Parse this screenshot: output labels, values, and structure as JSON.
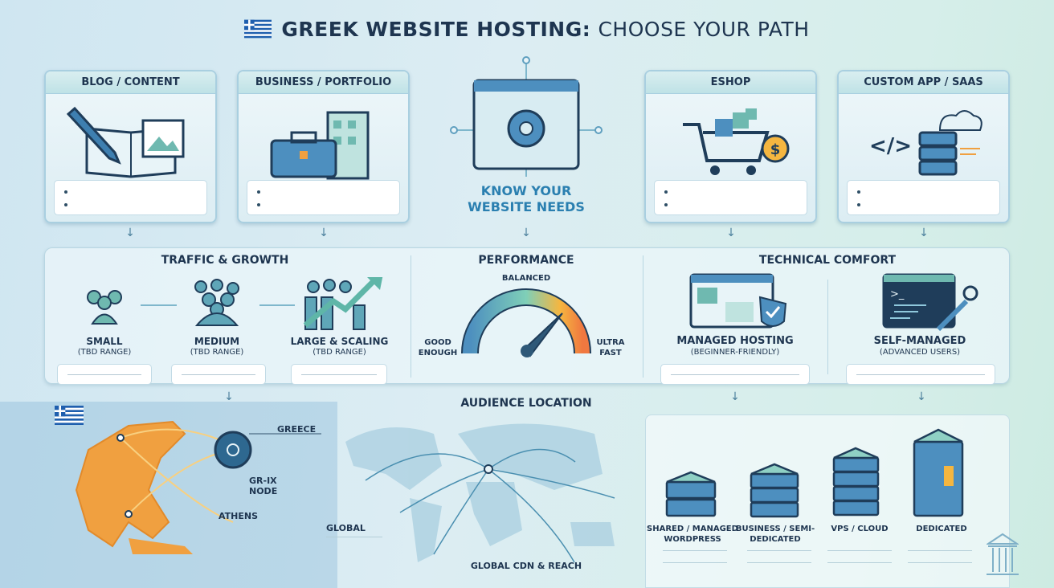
{
  "title": {
    "bold": "GREEK WEBSITE HOSTING:",
    "light": "CHOOSE YOUR PATH",
    "flag_icon": "greek-flag-icon"
  },
  "site_types": [
    {
      "label": "BLOG / CONTENT",
      "icon": "book-pen-icon"
    },
    {
      "label": "BUSINESS / PORTFOLIO",
      "icon": "briefcase-building-icon"
    },
    {
      "label": "ESHOP",
      "icon": "shopping-cart-icon"
    },
    {
      "label": "CUSTOM APP / SAAS",
      "icon": "code-server-cloud-icon"
    }
  ],
  "center": {
    "label": "KNOW YOUR WEBSITE NEEDS",
    "icon": "browser-gear-icon"
  },
  "traffic": {
    "title": "TRAFFIC & GROWTH",
    "levels": [
      {
        "label": "SMALL",
        "sub": "(TBD RANGE)"
      },
      {
        "label": "MEDIUM",
        "sub": "(TBD RANGE)"
      },
      {
        "label": "LARGE & SCALING",
        "sub": "(TBD RANGE)"
      }
    ]
  },
  "performance": {
    "title": "PERFORMANCE",
    "low": "GOOD ENOUGH",
    "mid": "BALANCED",
    "high": "ULTRA FAST"
  },
  "technical": {
    "title": "TECHNICAL COMFORT",
    "options": [
      {
        "label": "MANAGED HOSTING",
        "sub": "(BEGINNER-FRIENDLY)"
      },
      {
        "label": "SELF-MANAGED",
        "sub": "(ADVANCED USERS)"
      }
    ]
  },
  "audience": {
    "title": "AUDIENCE LOCATION",
    "greece": "GREECE",
    "node": "GR-IX NODE",
    "athens": "ATHENS",
    "global": "GLOBAL",
    "cdn": "GLOBAL CDN & REACH"
  },
  "hosting_types": [
    {
      "label": "SHARED / MANAGED WORDPRESS"
    },
    {
      "label": "BUSINESS / SEMI-DEDICATED"
    },
    {
      "label": "VPS / CLOUD"
    },
    {
      "label": "DEDICATED"
    }
  ],
  "colors": {
    "accent": "#2a7fb0",
    "greece": "#f0a040",
    "teal": "#5fb6a8"
  }
}
